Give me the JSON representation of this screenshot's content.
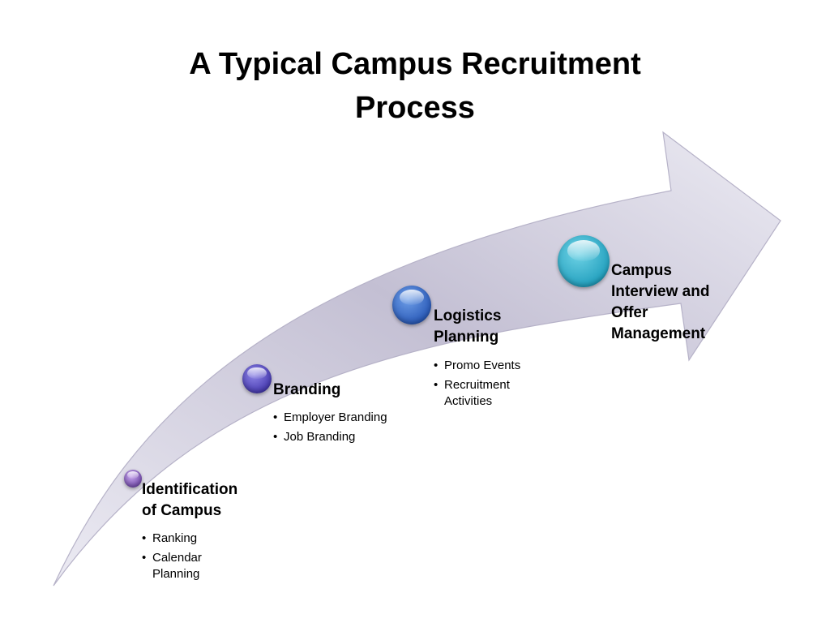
{
  "title_line1": "A Typical Campus Recruitment",
  "title_line2": "Process",
  "colors": {
    "arrow_fill_light": "#ecebf3",
    "arrow_fill_dark": "#c3bfd3",
    "arrow_edge": "#b6b2c8"
  },
  "steps": [
    {
      "label_lines": [
        "Identification",
        "of Campus"
      ],
      "color_light": "#c8a8ec",
      "color_dark": "#6a3fa8",
      "bullets": [
        [
          "Ranking"
        ],
        [
          "Calendar",
          "Planning"
        ]
      ]
    },
    {
      "label_lines": [
        "Branding"
      ],
      "color_light": "#8f86e6",
      "color_dark": "#3b2ea8",
      "bullets": [
        [
          "Employer Branding"
        ],
        [
          "Job Branding"
        ]
      ]
    },
    {
      "label_lines": [
        "Logistics",
        "Planning"
      ],
      "color_light": "#6f9fe8",
      "color_dark": "#1f4fb0",
      "bullets": [
        [
          "Promo Events"
        ],
        [
          "Recruitment",
          "Activities"
        ]
      ]
    },
    {
      "label_lines": [
        "Campus",
        "Interview and",
        "Offer",
        "Management"
      ],
      "color_light": "#6fd3e6",
      "color_dark": "#1798b8",
      "bullets": []
    }
  ]
}
